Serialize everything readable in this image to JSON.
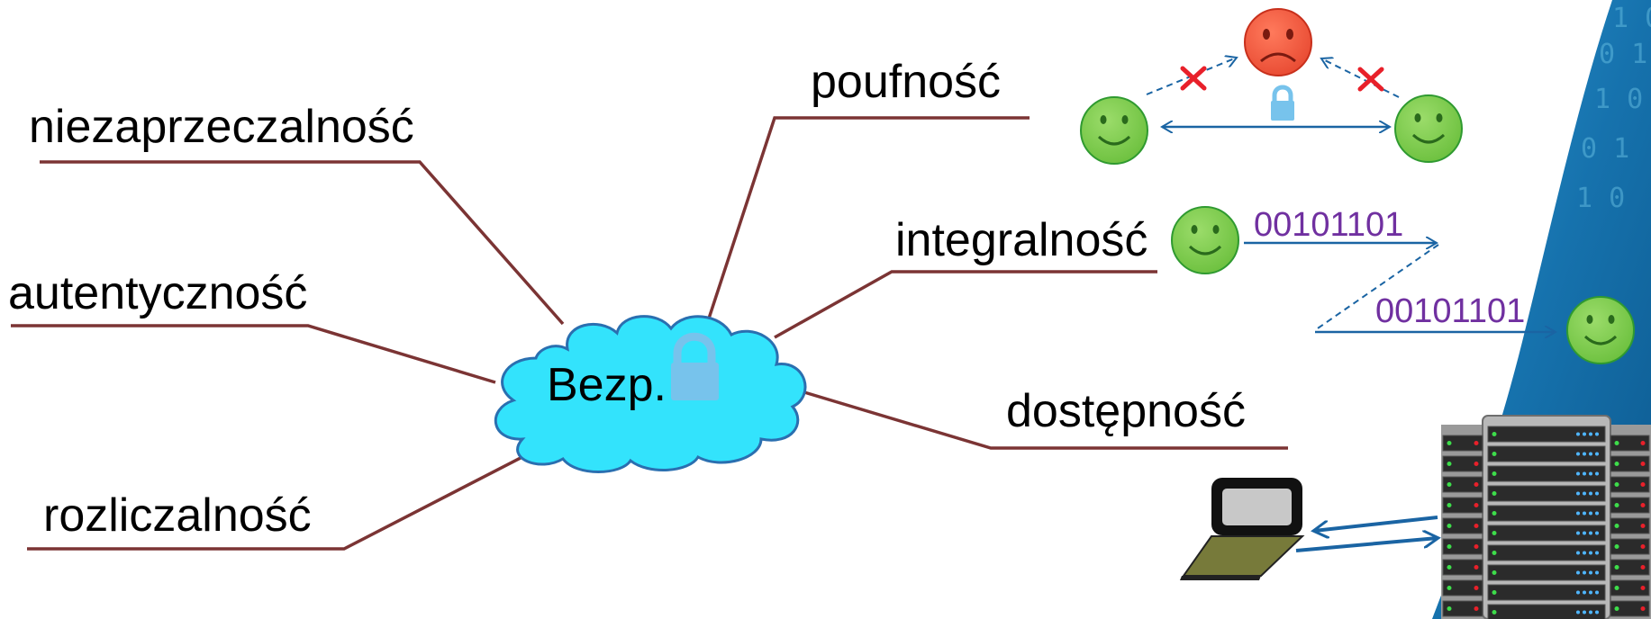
{
  "center": {
    "label": "Bezp."
  },
  "attributes": {
    "nonrepudiation": "niezaprzeczalność",
    "authenticity": "autentyczność",
    "accountability": "rozliczalność",
    "confidentiality": "poufność",
    "integrity": "integralność",
    "availability": "dostępność"
  },
  "integrity_example": {
    "sent": "00101101",
    "received": "00101101"
  },
  "colors": {
    "branch_line": "#7b3434",
    "cloud_fill": "#33e3fc",
    "cloud_stroke": "#2a6fb0",
    "lock": "#77c3ec",
    "smiley_green": "#7fcf50",
    "smiley_red": "#f25c44",
    "arrow_blue": "#1a64a3",
    "cross_red": "#e8202a",
    "binary_purple": "#7030a0",
    "panel_blue": "#1c78b5"
  },
  "icons": [
    "cloud-icon",
    "lock-icon",
    "happy-face-icon",
    "sad-face-icon",
    "cross-icon",
    "laptop-icon",
    "server-rack-icon"
  ]
}
